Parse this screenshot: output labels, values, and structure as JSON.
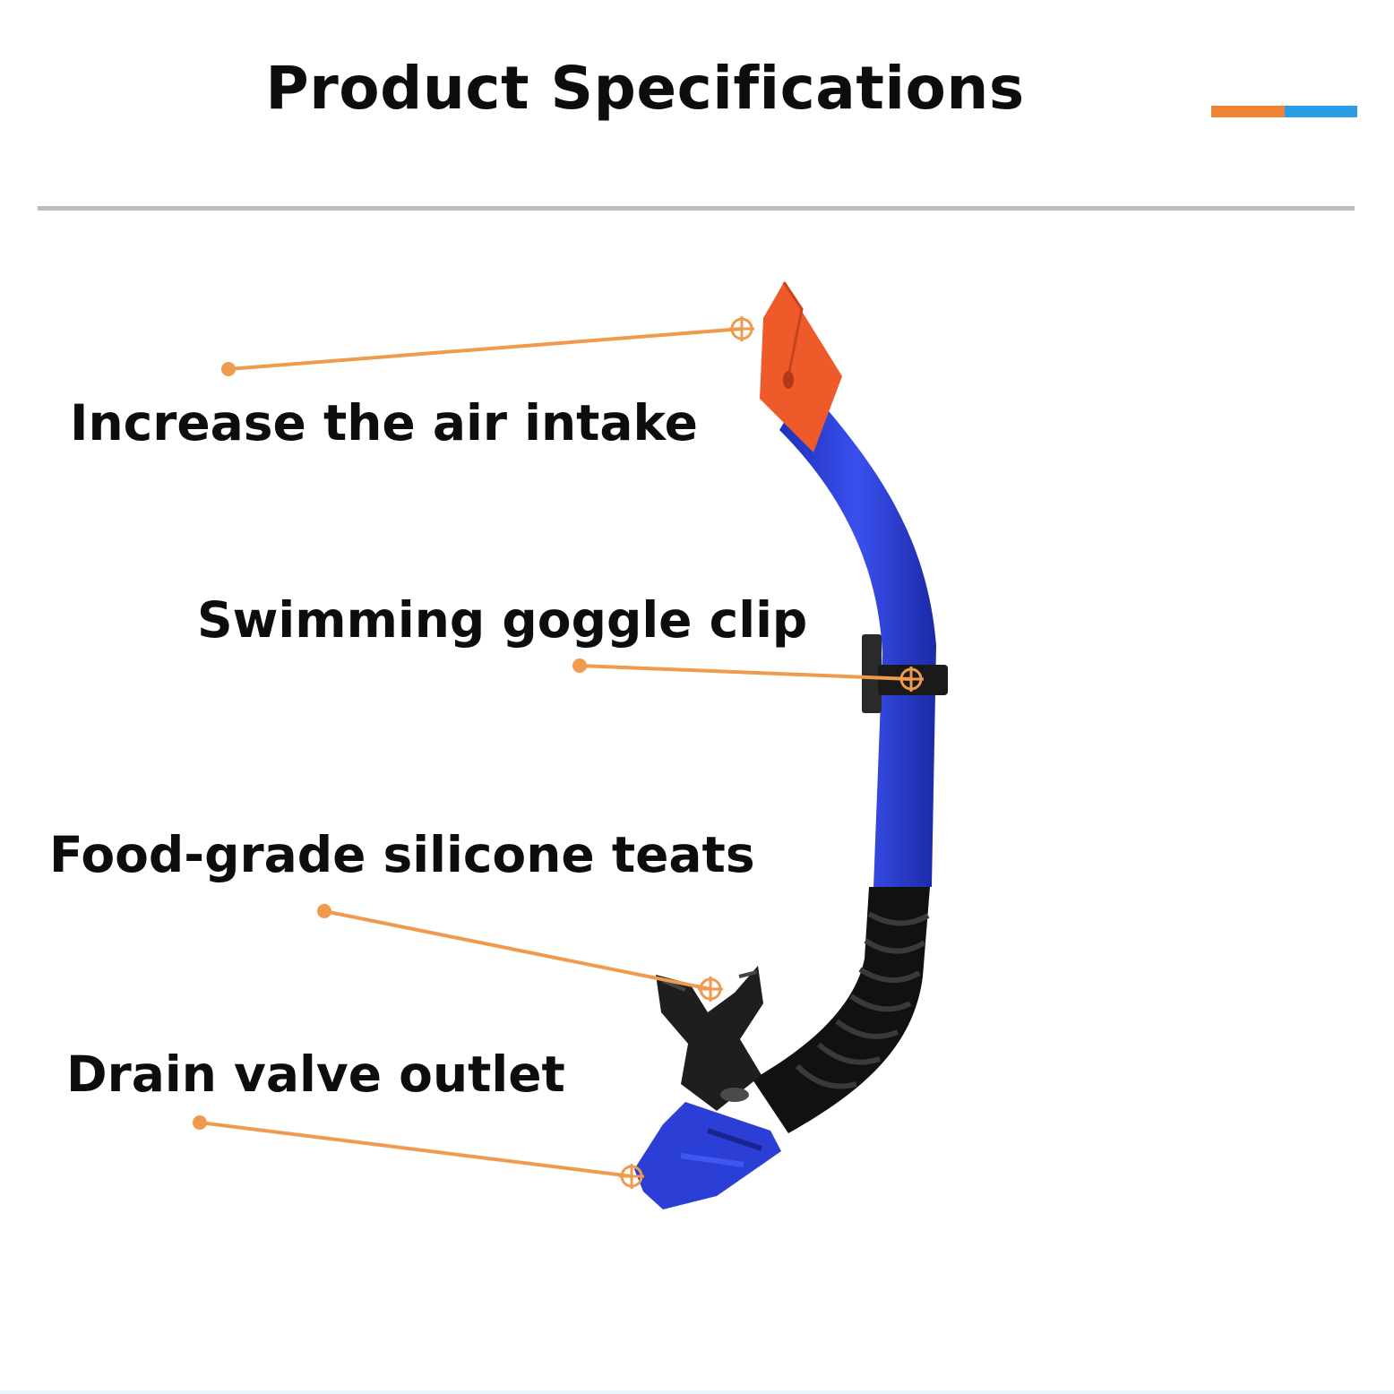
{
  "header": {
    "title": "Product Specifications",
    "accent_colors": [
      "#ef8436",
      "#2b9ce6"
    ]
  },
  "callouts": [
    {
      "name": "air-intake",
      "label": "Increase the air intake"
    },
    {
      "name": "goggle-clip",
      "label": "Swimming goggle clip"
    },
    {
      "name": "silicone-teats",
      "label": "Food-grade silicone teats"
    },
    {
      "name": "drain-valve",
      "label": "Drain valve outlet"
    }
  ],
  "product": {
    "icon": "snorkel-icon",
    "colors": {
      "tube": "#2b3fd6",
      "top_cap": "#ef5a2a",
      "corrugated": "#111111",
      "callout_line": "#ef9a4c"
    }
  }
}
